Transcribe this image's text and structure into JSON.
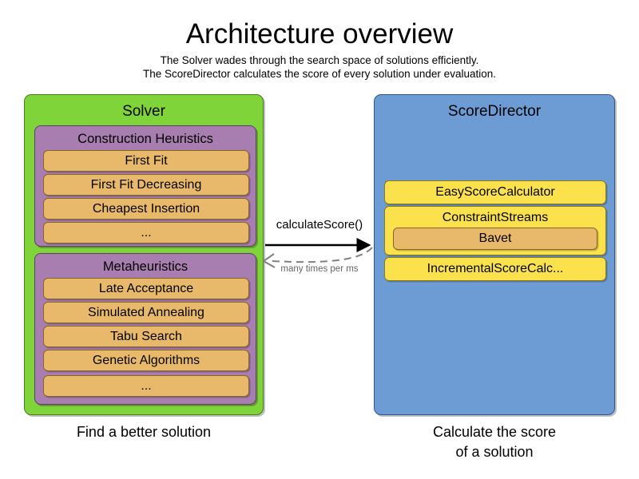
{
  "header": {
    "title": "Architecture overview",
    "subtitle_line1": "The Solver wades through the search space of solutions efficiently.",
    "subtitle_line2": "The ScoreDirector calculates the score of every solution under evaluation."
  },
  "colors": {
    "solver_panel": "#7fd43a",
    "scoredirector_panel": "#6d9bd4",
    "group_purple": "#a87eb0",
    "item_orange": "#e8b96a",
    "item_yellow": "#fbe24d",
    "arrow_call": "#000000",
    "arrow_return": "#808080"
  },
  "solver": {
    "title": "Solver",
    "caption": "Find a better solution",
    "groups": [
      {
        "title": "Construction Heuristics",
        "items": [
          "First Fit",
          "First Fit Decreasing",
          "Cheapest Insertion",
          "..."
        ]
      },
      {
        "title": "Metaheuristics",
        "items": [
          "Late Acceptance",
          "Simulated Annealing",
          "Tabu Search",
          "Genetic Algorithms",
          "..."
        ]
      }
    ]
  },
  "score_director": {
    "title": "ScoreDirector",
    "caption_line1": "Calculate the score",
    "caption_line2": "of a solution",
    "items": [
      {
        "label": "EasyScoreCalculator",
        "nested": null
      },
      {
        "label": "ConstraintStreams",
        "nested": "Bavet"
      },
      {
        "label": "IncrementalScoreCalc...",
        "nested": null
      }
    ]
  },
  "arrows": {
    "call_label": "calculateScore()",
    "return_label": "many times per ms"
  }
}
